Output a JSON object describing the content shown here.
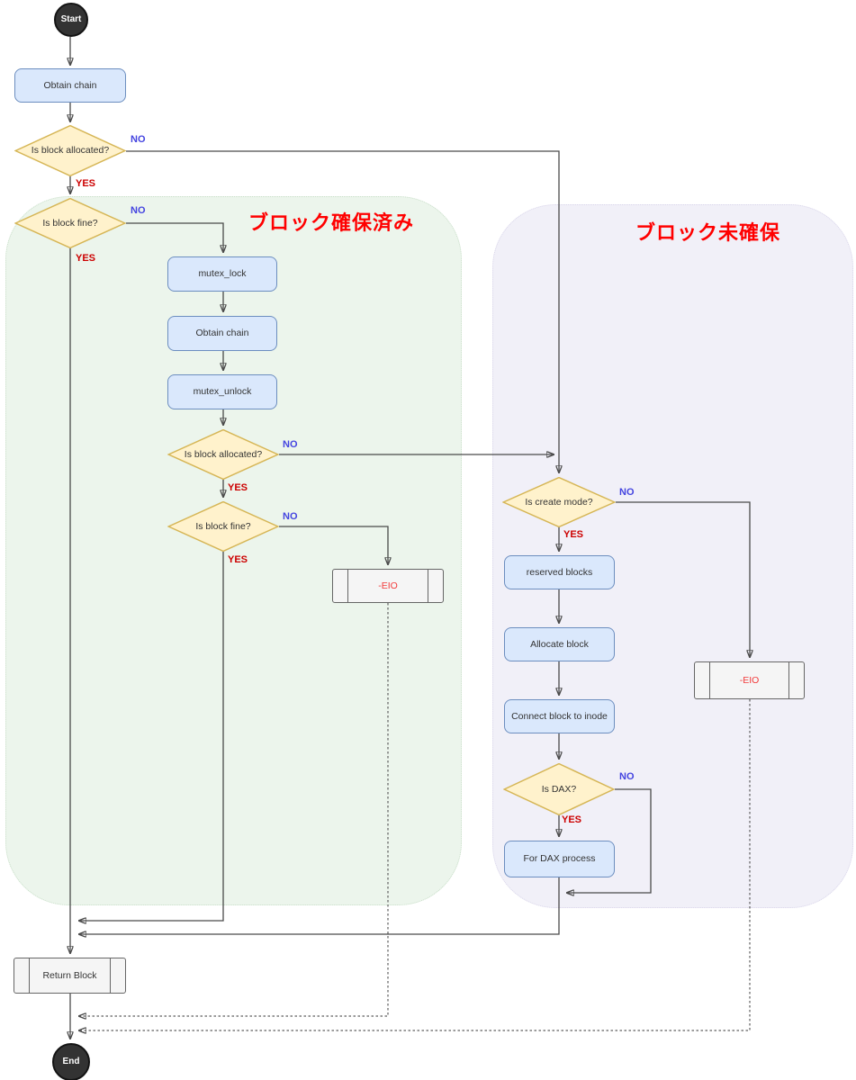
{
  "labels": {
    "yes": "YES",
    "no": "NO"
  },
  "regions": {
    "allocated": {
      "title": "ブロック確保済み"
    },
    "unallocated": {
      "title": "ブロック未確保"
    }
  },
  "nodes": {
    "start": "Start",
    "obtain_chain_1": "Obtain chain",
    "is_block_allocated_1": "Is block allocated?",
    "is_block_fine_1": "Is block fine?",
    "mutex_lock": "mutex_lock",
    "obtain_chain_2": "Obtain chain",
    "mutex_unlock": "mutex_unlock",
    "is_block_allocated_2": "Is block allocated?",
    "is_block_fine_2": "Is block fine?",
    "eio_left": "-EIO",
    "is_create_mode": "Is create mode?",
    "reserved_blocks": "reserved blocks",
    "allocate_block": "Allocate block",
    "connect_block_to_inode": "Connect block to inode",
    "is_dax": "Is DAX?",
    "for_dax_process": "For DAX process",
    "eio_right": "-EIO",
    "return_block": "Return Block",
    "end": "End"
  },
  "colors": {
    "process_fill": "#dae8fc",
    "process_border": "#6c8ebf",
    "decision_fill": "#fff2cc",
    "decision_border": "#d6b656",
    "terminal_fill": "#f5f5f5",
    "terminal_border": "#666666",
    "terminator_fill": "#333333",
    "region_allocated_fill": "#ecf5ec",
    "region_unallocated_fill": "#f1f0f8",
    "region_title_color": "#ff0000",
    "yes_label_color": "#cc0000",
    "no_label_color": "#4444e0",
    "eio_text_color": "#f23a3a",
    "edge_color": "#4a4a4a"
  }
}
